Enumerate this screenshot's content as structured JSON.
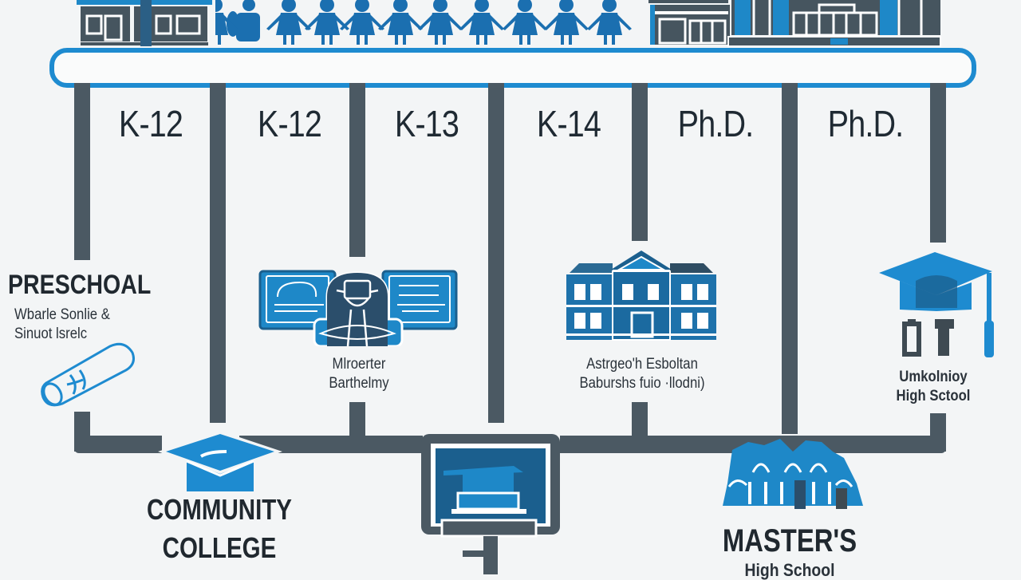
{
  "diagram": {
    "title_strip": {
      "people_count": 9,
      "left_building": "house-icon",
      "right_building": "campus-building-icon"
    },
    "colors": {
      "accent_blue": "#1e8bd0",
      "dark_blue": "#1b5f8e",
      "slate": "#4b5963",
      "background": "#f3f5f6",
      "text": "#1f2a33"
    },
    "columns": [
      {
        "label": "K-12"
      },
      {
        "label": "K-12"
      },
      {
        "label": "K-13"
      },
      {
        "label": "K-14"
      },
      {
        "label": "Ph.D."
      },
      {
        "label": "Ph.D."
      }
    ],
    "nodes": {
      "preschool": {
        "title": "PRESCHOAL",
        "line1": "Wbarle Sonlie &",
        "line2": "Sinuot lsrelc",
        "icon": "diploma-scroll-icon"
      },
      "monitor_node": {
        "line1": "Mlroerter",
        "line2": "Barthelmy",
        "icon": "student-screens-icon"
      },
      "building_node": {
        "line1": "Astrgeo'h Esboltan",
        "line2": "Baburshs fuio ·llodni)",
        "icon": "school-building-icon"
      },
      "grad_node": {
        "line1": "Umkolnioy",
        "line2": "High Sctool",
        "icon": "graduation-cap-icon"
      },
      "community_college": {
        "line1": "COMMUNITY",
        "line2": "COLLEGE",
        "icon": "graduation-cap-icon"
      },
      "online": {
        "icon": "computer-monitor-icon"
      },
      "masters": {
        "line1": "MASTER'S",
        "line2": "High School",
        "icon": "university-building-icon"
      }
    }
  }
}
